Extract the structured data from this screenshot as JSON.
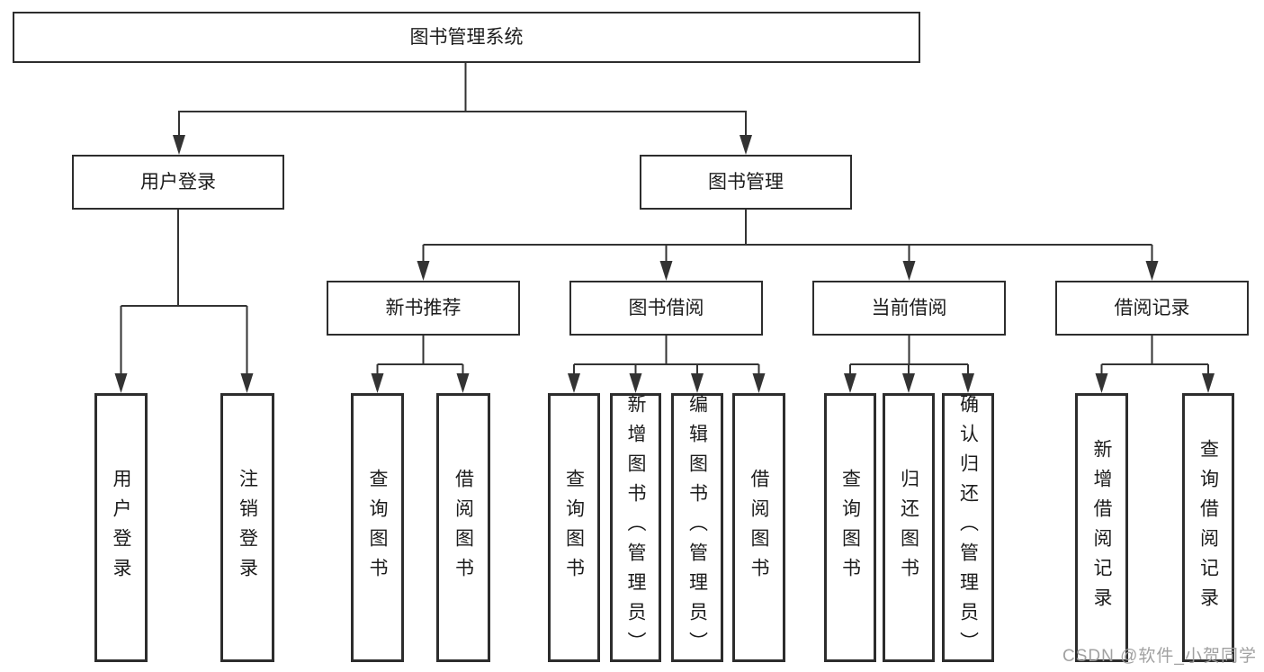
{
  "tree": {
    "root": "图书管理系统",
    "children": [
      {
        "label": "用户登录",
        "children": [
          "用户登录",
          "注销登录"
        ]
      },
      {
        "label": "图书管理",
        "children": [
          {
            "label": "新书推荐",
            "children": [
              "查询图书",
              "借阅图书"
            ]
          },
          {
            "label": "图书借阅",
            "children": [
              "查询图书",
              "新增图书（管理员）",
              "编辑图书（管理员）",
              "借阅图书"
            ]
          },
          {
            "label": "当前借阅",
            "children": [
              "查询图书",
              "归还图书",
              "确认归还（管理员）"
            ]
          },
          {
            "label": "借阅记录",
            "children": [
              "新增借阅记录",
              "查询借阅记录"
            ]
          }
        ]
      }
    ]
  },
  "watermark": "CSDN @软件_小贺同学",
  "colors": {
    "line": "#333333",
    "box_border": "#2d2d2d",
    "text": "#1c1c1c",
    "background": "#ffffff",
    "watermark": "#9c9c9c"
  }
}
